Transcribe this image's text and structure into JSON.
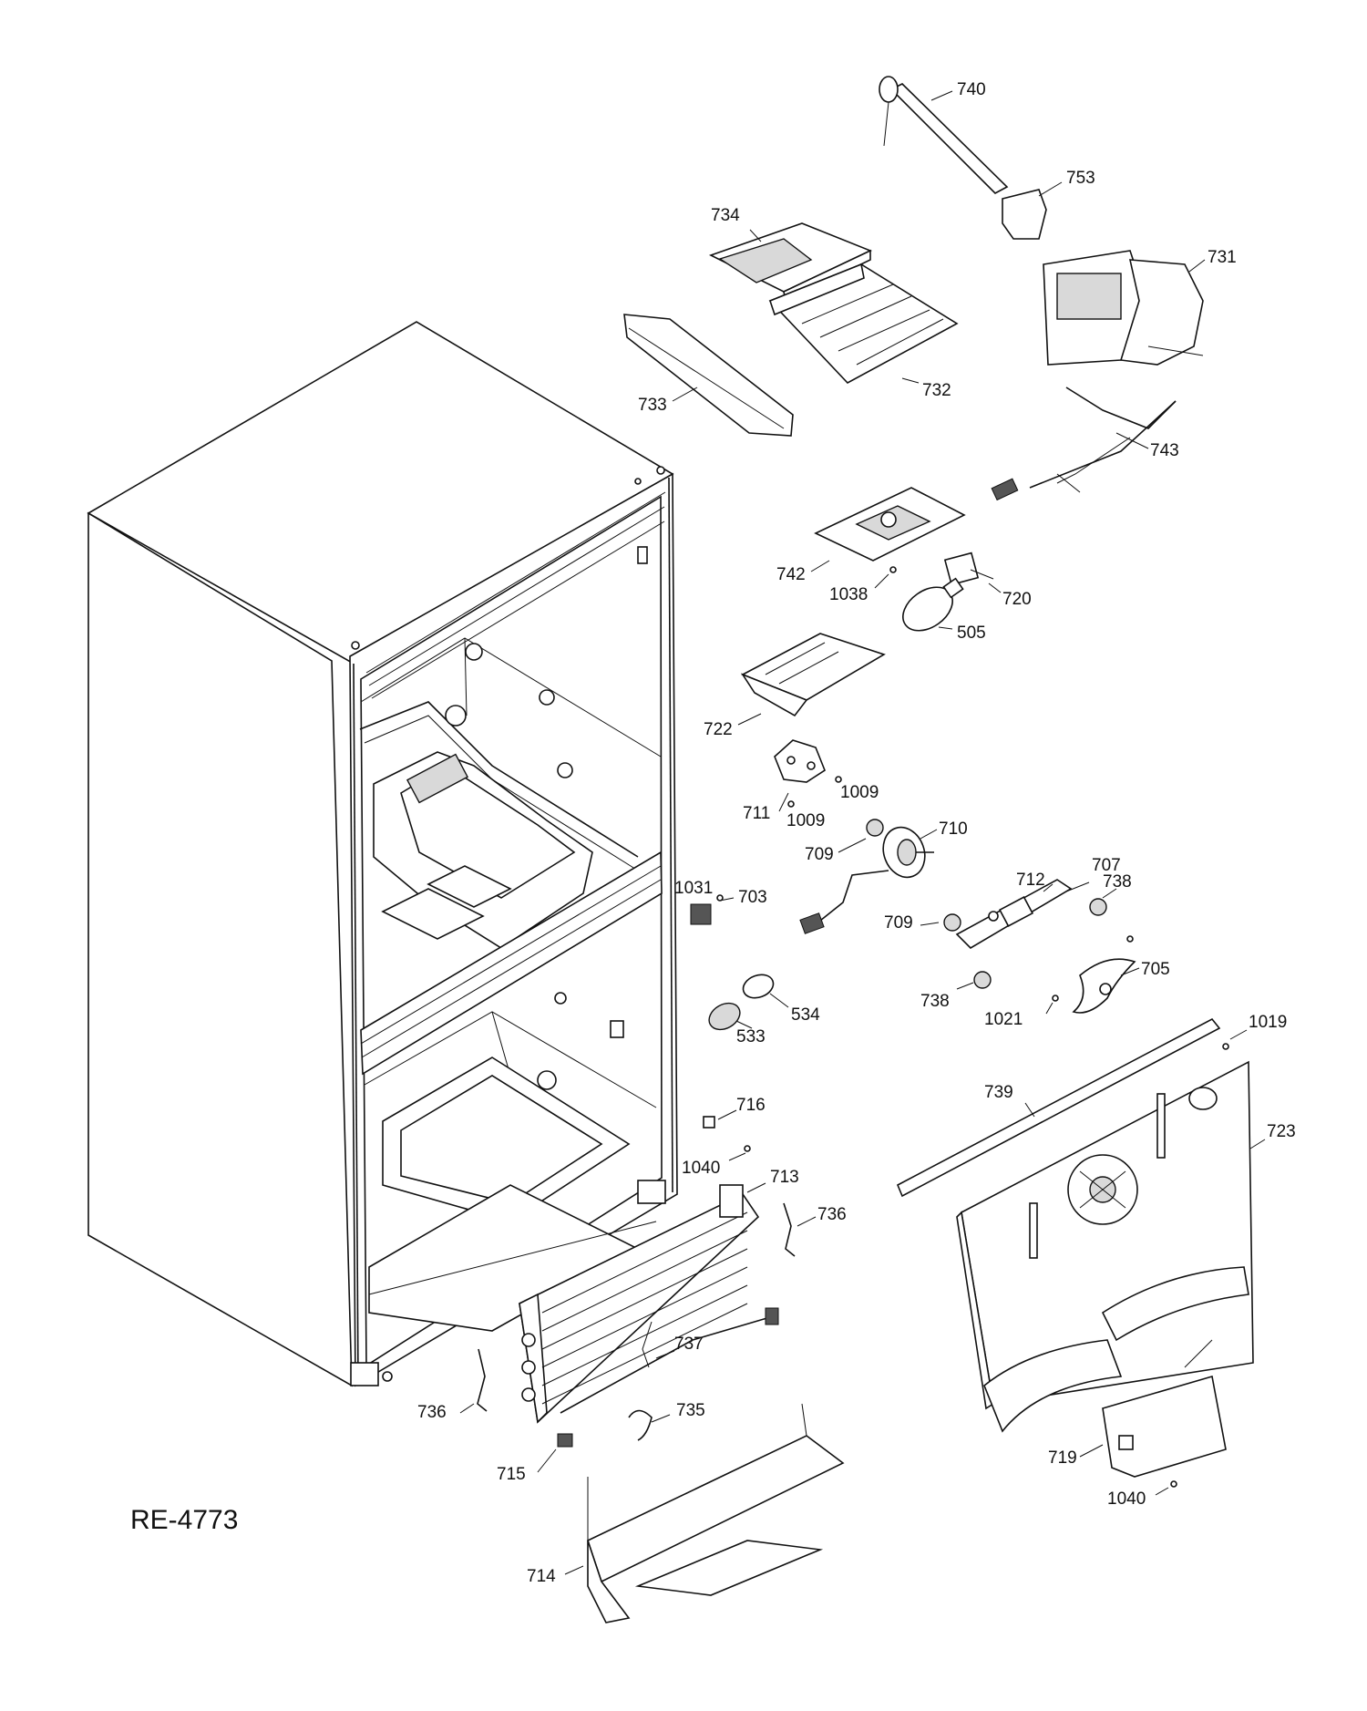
{
  "diagram": {
    "caption": "RE-4773",
    "callouts": {
      "p740": "740",
      "p753": "753",
      "p734": "734",
      "p731": "731",
      "p733": "733",
      "p732": "732",
      "p743": "743",
      "p742": "742",
      "p1038": "1038",
      "p720": "720",
      "p505": "505",
      "p722": "722",
      "p711": "711",
      "p1009a": "1009",
      "p1009b": "1009",
      "p709a": "709",
      "p710": "710",
      "p1031": "1031",
      "p703": "703",
      "p709b": "709",
      "p712": "712",
      "p707": "707",
      "p738a": "738",
      "p705": "705",
      "p738b": "738",
      "p1021": "1021",
      "p534": "534",
      "p533": "533",
      "p1019": "1019",
      "p739": "739",
      "p723": "723",
      "p716": "716",
      "p1040a": "1040",
      "p713": "713",
      "p736a": "736",
      "p737": "737",
      "p736b": "736",
      "p735": "735",
      "p715": "715",
      "p719": "719",
      "p1040b": "1040",
      "p714": "714"
    }
  }
}
